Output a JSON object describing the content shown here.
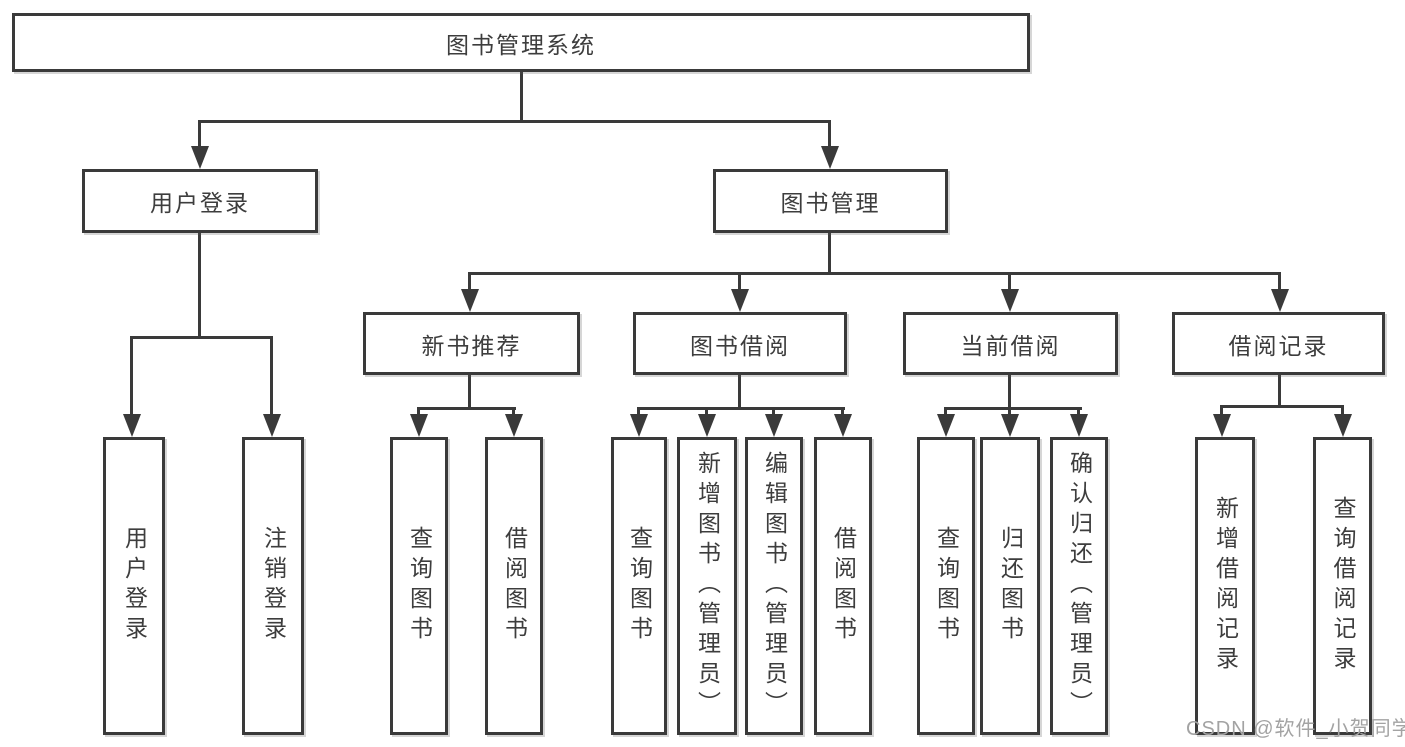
{
  "nodes": {
    "root": "图书管理系统",
    "user_login": "用户登录",
    "book_management": "图书管理",
    "new_book_recommend": "新书推荐",
    "book_borrowing": "图书借阅",
    "current_borrowing": "当前借阅",
    "borrowing_records": "借阅记录",
    "leaf_user_login": "用户登录",
    "leaf_logout_login": "注销登录",
    "leaf_newbook_query": "查询图书",
    "leaf_newbook_borrow": "借阅图书",
    "leaf_borrow_query": "查询图书",
    "leaf_borrow_add": "新增图书（管理员）",
    "leaf_borrow_edit": "编辑图书（管理员）",
    "leaf_borrow_borrow": "借阅图书",
    "leaf_current_query": "查询图书",
    "leaf_current_return": "归还图书",
    "leaf_current_confirm": "确认归还（管理员）",
    "leaf_records_add": "新增借阅记录",
    "leaf_records_query": "查询借阅记录"
  },
  "watermark": "CSDN @软件_小贺同学",
  "colors": {
    "line": "#3a3a3a",
    "text": "#3d3d3d",
    "watermark": "#a3a3a3",
    "background": "#ffffff"
  }
}
